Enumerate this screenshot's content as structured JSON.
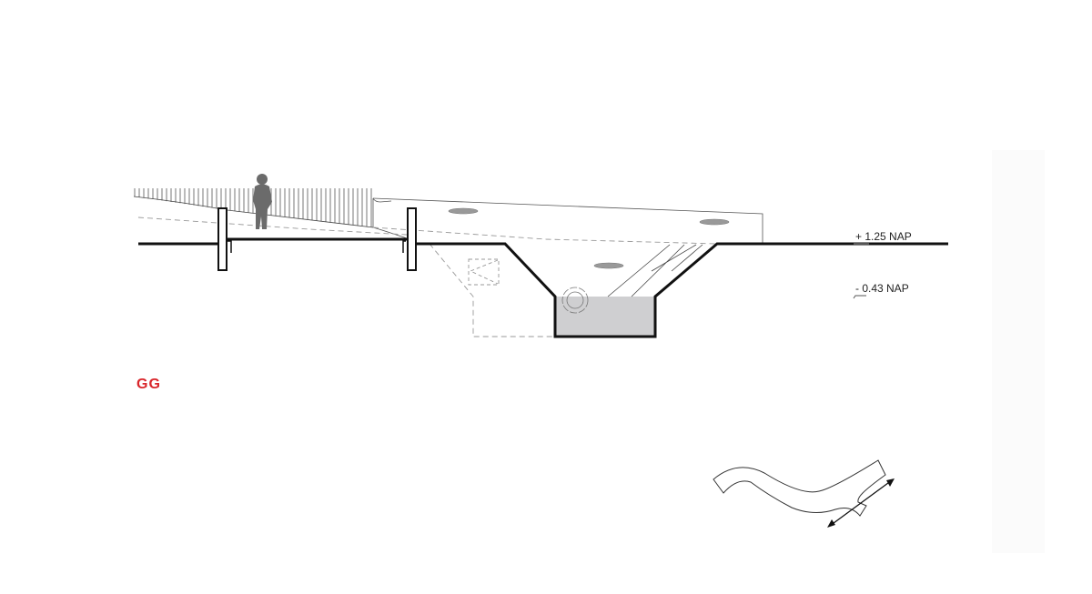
{
  "section_label": "GG",
  "levels": {
    "upper": "+ 1.25 NAP",
    "lower": "- 0.43 NAP"
  },
  "colors": {
    "section_label": "#d9262b",
    "channel_fill": "#cfcfd1",
    "person": "#6b6b6b"
  }
}
